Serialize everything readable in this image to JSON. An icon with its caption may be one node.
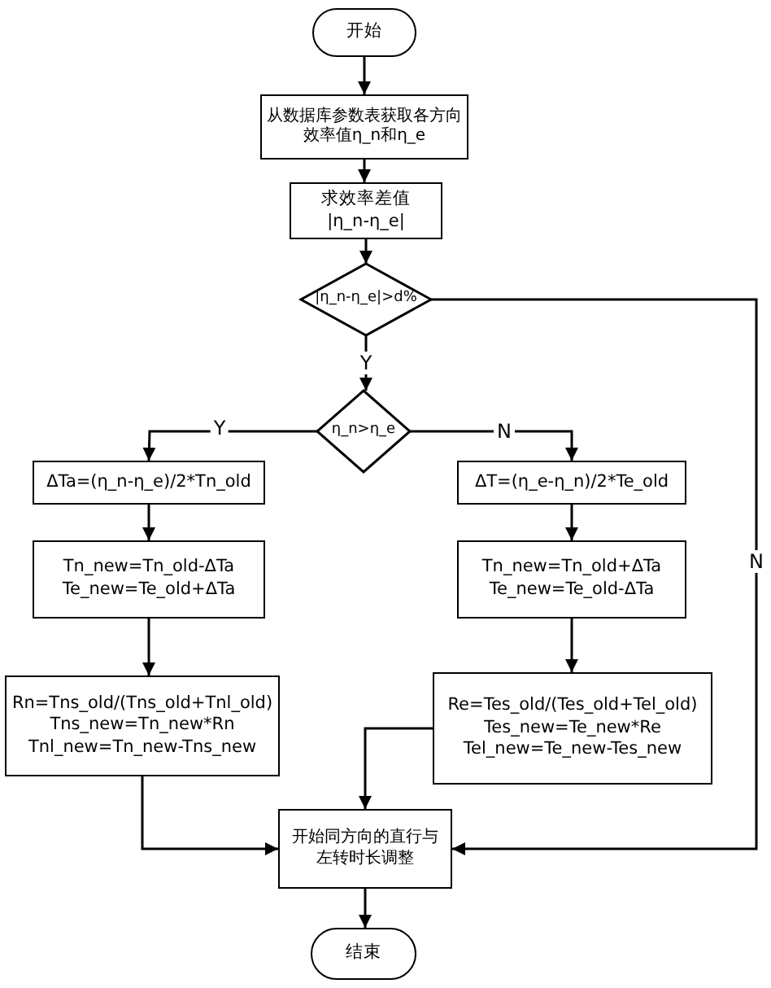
{
  "diagram": {
    "nodes": [
      {
        "text": [
          "开始"
        ]
      },
      {
        "text": [
          "从数据库参数表获取各方向效率值η_n和η_e"
        ]
      },
      {
        "text": [
          "求效率差值",
          "|η_n-η_e|"
        ]
      },
      {
        "text": [
          "|η_n-η_e|>d%"
        ]
      },
      {
        "text": [
          "η_n>η_e"
        ]
      },
      {
        "text": [
          "ΔTa=(η_n-η_e)/2*Tn_old"
        ]
      },
      {
        "text": [
          "ΔT=(η_e-η_n)/2*Te_old"
        ]
      },
      {
        "text": [
          "Tn_new=Tn_old-ΔTa",
          "Te_new=Te_old+ΔTa"
        ]
      },
      {
        "text": [
          "Tn_new=Tn_old+ΔTa",
          "Te_new=Te_old-ΔTa"
        ]
      },
      {
        "text": [
          "Rn=Tns_old/(Tns_old+Tnl_old)",
          "Tns_new=Tn_new*Rn",
          "Tnl_new=Tn_new-Tns_new"
        ]
      },
      {
        "text": [
          "Re=Tes_old/(Tes_old+Tel_old)",
          "Tes_new=Te_new*Re",
          "Tel_new=Te_new-Tes_new"
        ]
      },
      {
        "text": [
          "开始同方向的直行与左转时长调整"
        ]
      },
      {
        "text": [
          "结束"
        ]
      }
    ],
    "edges": [
      {
        "from": 0,
        "to": 1,
        "arrow": "to"
      },
      {
        "from": 1,
        "to": 2,
        "arrow": "to"
      },
      {
        "from": 2,
        "to": 3,
        "arrow": "to"
      },
      {
        "from": 3,
        "to": 4,
        "arrow": "to",
        "label": "Y"
      },
      {
        "from": 4,
        "to": 5,
        "arrow": "to",
        "label": "Y"
      },
      {
        "from": 4,
        "to": 6,
        "arrow": "to",
        "label": "N"
      },
      {
        "from": 5,
        "to": 7,
        "arrow": "to"
      },
      {
        "from": 7,
        "to": 9,
        "arrow": "to"
      },
      {
        "from": 6,
        "to": 8,
        "arrow": "to"
      },
      {
        "from": 8,
        "to": 10,
        "arrow": "to"
      },
      {
        "from": 9,
        "to": 11,
        "arrow": "to"
      },
      {
        "from": 10,
        "to": 11,
        "arrow": "to"
      },
      {
        "from": 3,
        "to": 11,
        "arrow": "to",
        "label": "N"
      },
      {
        "from": 11,
        "to": 12,
        "arrow": "to"
      }
    ]
  }
}
